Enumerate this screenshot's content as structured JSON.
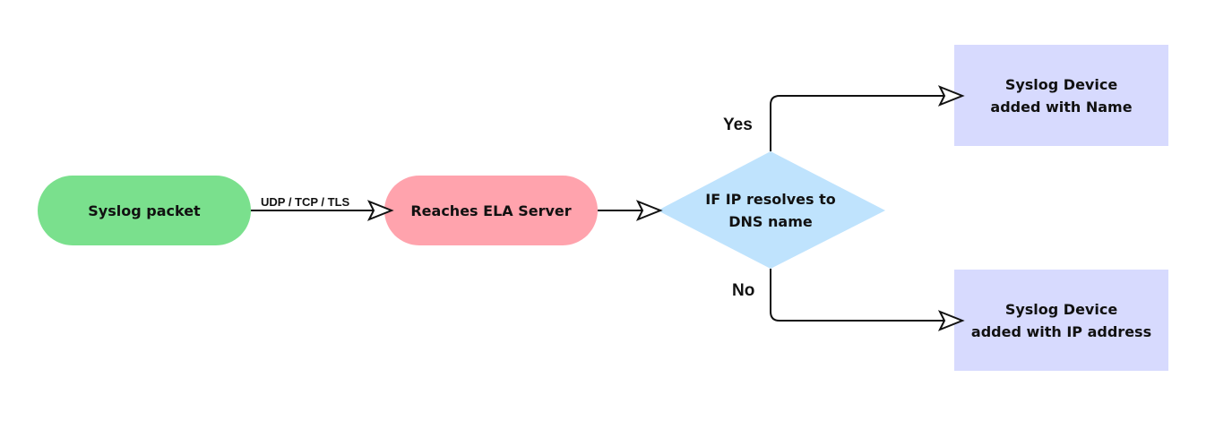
{
  "nodes": {
    "syslog_packet": {
      "label": "Syslog packet",
      "color": "#7ae08d"
    },
    "ela_server": {
      "label": "Reaches ELA Server",
      "color": "#ffa3ad"
    },
    "decision": {
      "line1": "IF IP resolves to",
      "line2": "DNS name",
      "color": "#bfe3fd"
    },
    "device_name": {
      "line1": "Syslog Device",
      "line2": "added with Name",
      "color": "#d7dafe"
    },
    "device_ip": {
      "line1": "Syslog Device",
      "line2": "added with IP address",
      "color": "#d7dafe"
    }
  },
  "edges": {
    "protocol_label": "UDP / TCP / TLS",
    "yes_label": "Yes",
    "no_label": "No"
  }
}
